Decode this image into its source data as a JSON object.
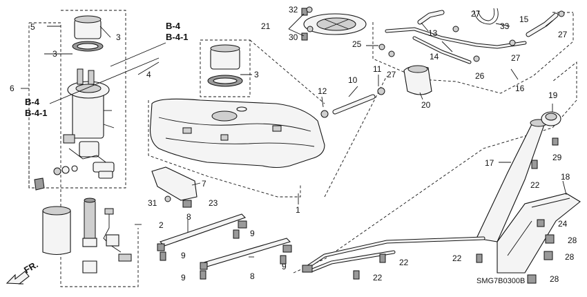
{
  "diagram": {
    "part_numbers": {
      "p1": "1",
      "p2": "2",
      "p3a": "3",
      "p3b": "3",
      "p3c": "3",
      "p4": "4",
      "p5": "5",
      "p6": "6",
      "p7": "7",
      "p8a": "8",
      "p8b": "8",
      "p9a": "9",
      "p9b": "9",
      "p9c": "9",
      "p9d": "9",
      "p10": "10",
      "p11": "11",
      "p12": "12",
      "p13": "13",
      "p14": "14",
      "p15": "15",
      "p16": "16",
      "p17": "17",
      "p18": "18",
      "p19": "19",
      "p20": "20",
      "p21": "21",
      "p22a": "22",
      "p22b": "22",
      "p22c": "22",
      "p22d": "22",
      "p23": "23",
      "p24": "24",
      "p25": "25",
      "p26": "26",
      "p27a": "27",
      "p27b": "27",
      "p27c": "27",
      "p27d": "27",
      "p28a": "28",
      "p28b": "28",
      "p28c": "28",
      "p29": "29",
      "p30": "30",
      "p31": "31",
      "p32": "32",
      "p33": "33"
    },
    "references": {
      "top_b4": "B-4",
      "top_b41": "B-4-1",
      "left_b4": "B-4",
      "left_b41": "B-4-1"
    },
    "direction_label": "FR.",
    "diagram_code": "SMG7B0300B"
  }
}
